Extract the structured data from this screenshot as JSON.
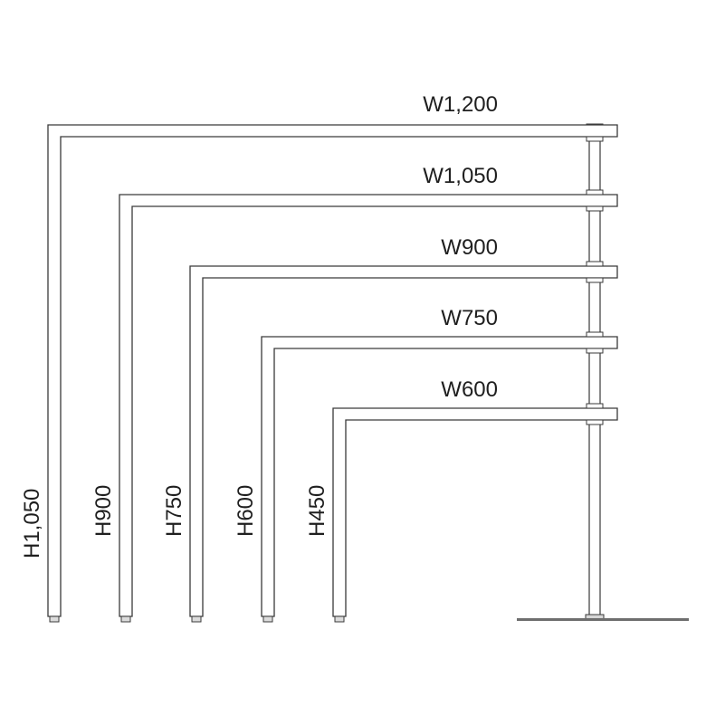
{
  "widths": [
    "W1,200",
    "W1,050",
    "W900",
    "W750",
    "W600"
  ],
  "heights": [
    "H1,050",
    "H900",
    "H750",
    "H600",
    "H450"
  ],
  "colors": {
    "line": "#3a3a3a",
    "fill": "#ffffff",
    "base": "#6e6e6e"
  }
}
